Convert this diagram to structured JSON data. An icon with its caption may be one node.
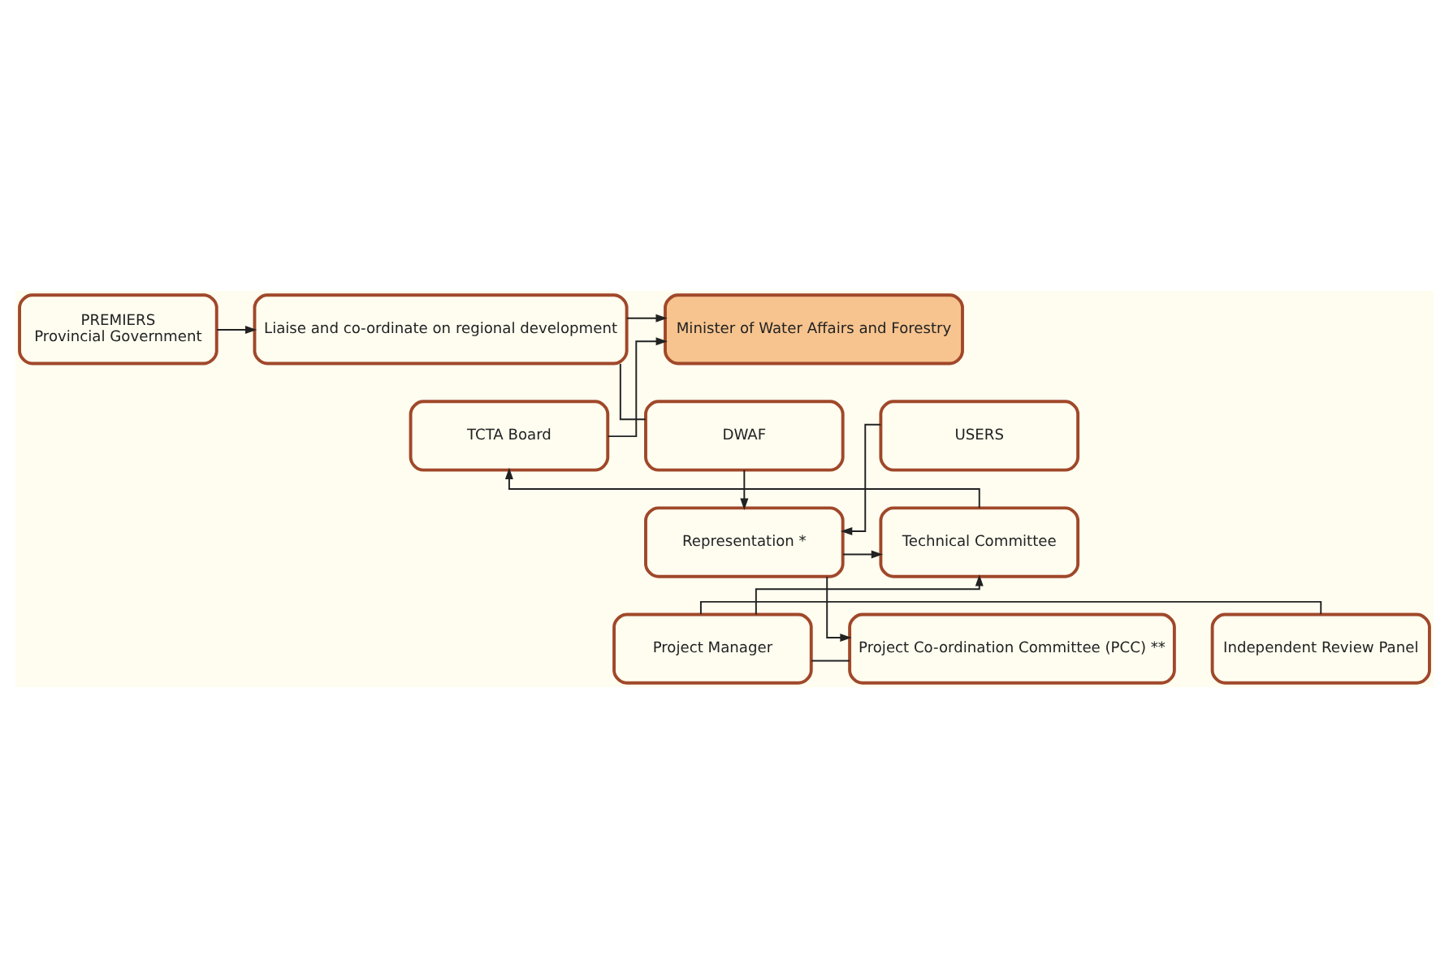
{
  "diagram": {
    "nodes": [
      {
        "text": [
          "Minister of Water Affairs and Forestry"
        ]
      },
      {
        "text": [
          "Liaise and co-ordinate on regional development"
        ]
      },
      {
        "text": [
          "PREMIERS",
          "Provincial Government"
        ]
      },
      {
        "text": [
          "TCTA Board"
        ]
      },
      {
        "text": [
          "DWAF"
        ]
      },
      {
        "text": [
          "USERS"
        ]
      },
      {
        "text": [
          "Technical Committee"
        ]
      },
      {
        "text": [
          "Representation *"
        ]
      },
      {
        "text": [
          "Project Manager"
        ]
      },
      {
        "text": [
          "Project Co-ordination Committee (PCC) **"
        ]
      },
      {
        "text": [
          "Independent Review Panel"
        ]
      }
    ],
    "edges": [
      {
        "from": 1,
        "to": 0,
        "arrow": "to"
      },
      {
        "from": 2,
        "to": 1,
        "arrow": "to"
      },
      {
        "from": 1,
        "to": 4,
        "arrow": "none"
      },
      {
        "from": 3,
        "to": 0,
        "arrow": "to"
      },
      {
        "from": 6,
        "to": 3,
        "arrow": "to"
      },
      {
        "from": 8,
        "to": 6,
        "arrow": "to"
      },
      {
        "from": 4,
        "to": 7,
        "arrow": "to"
      },
      {
        "from": 5,
        "to": 7,
        "arrow": "to"
      },
      {
        "from": 7,
        "to": 6,
        "arrow": "to"
      },
      {
        "from": 7,
        "to": 9,
        "arrow": "to"
      },
      {
        "from": 8,
        "to": 9,
        "arrow": "none"
      },
      {
        "from": 8,
        "to": 10,
        "arrow": "none"
      }
    ]
  }
}
